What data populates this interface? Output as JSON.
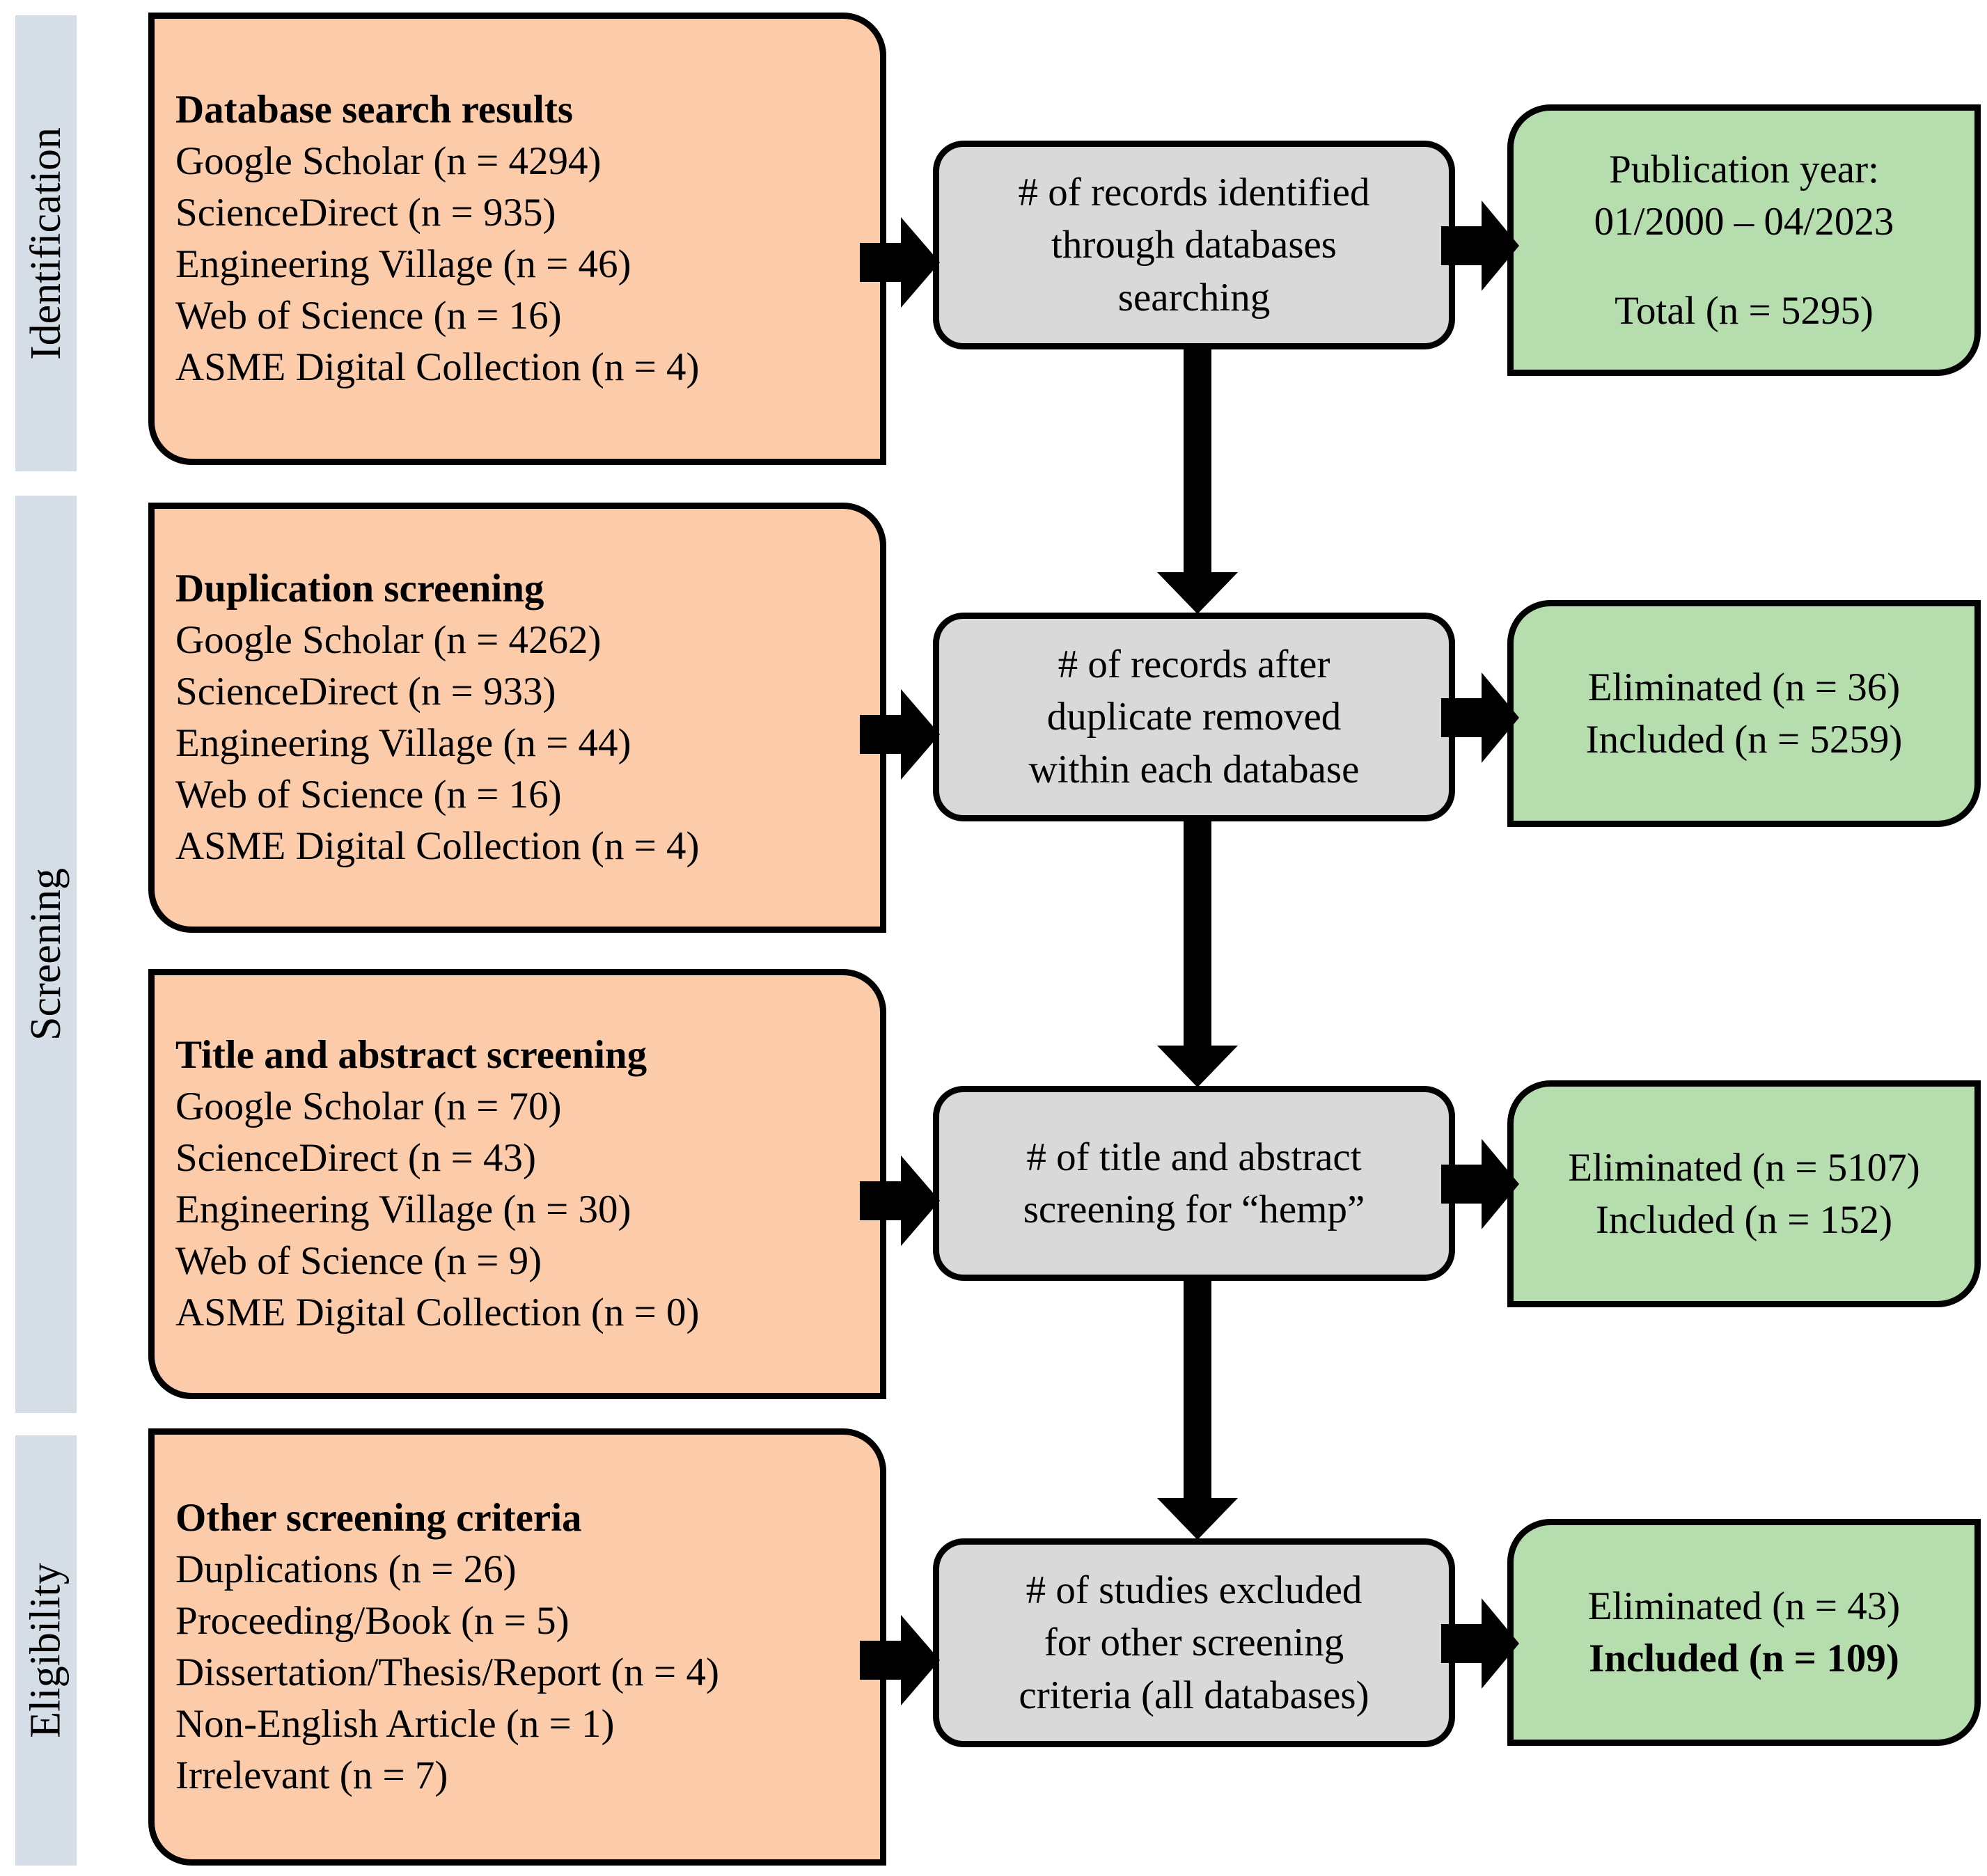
{
  "colors": {
    "stage_bar": "#d5dde7",
    "source_box": "#fbcbaa",
    "process_box": "#d9d9d9",
    "result_box": "#b6ddae",
    "outline": "#000000"
  },
  "stages": [
    {
      "id": "identification",
      "label": "Identification"
    },
    {
      "id": "screening",
      "label": "Screening"
    },
    {
      "id": "eligibility",
      "label": "Eligibility"
    }
  ],
  "source_boxes": [
    {
      "id": "database-search-results",
      "title": "Database search results",
      "lines": [
        "Google Scholar (n = 4294)",
        "ScienceDirect (n = 935)",
        "Engineering Village  (n = 46)",
        "Web of Science (n = 16)",
        "ASME Digital Collection (n = 4)"
      ]
    },
    {
      "id": "duplication-screening",
      "title": "Duplication screening",
      "lines": [
        "Google Scholar (n = 4262)",
        "ScienceDirect (n = 933)",
        "Engineering Village  (n = 44)",
        "Web of Science (n = 16)",
        "ASME Digital Collection (n = 4)"
      ]
    },
    {
      "id": "title-abstract-screening",
      "title": "Title and abstract screening",
      "lines": [
        "Google Scholar (n = 70)",
        "ScienceDirect (n = 43)",
        "Engineering Village  (n = 30)",
        "Web of Science (n = 9)",
        "ASME Digital Collection (n = 0)"
      ]
    },
    {
      "id": "other-screening-criteria",
      "title": "Other screening criteria",
      "lines": [
        "Duplications (n = 26)",
        "Proceeding/Book (n = 5)",
        "Dissertation/Thesis/Report (n = 4)",
        "Non-English Article (n = 1)",
        "Irrelevant (n = 7)"
      ]
    }
  ],
  "process_boxes": [
    {
      "id": "records-identified",
      "lines": [
        "# of records identified",
        "through databases",
        "searching"
      ]
    },
    {
      "id": "records-after-duplicates",
      "lines": [
        "# of records after",
        "duplicate removed",
        "within each database"
      ]
    },
    {
      "id": "title-abstract-count",
      "lines": [
        "# of title and abstract",
        "screening for “hemp”"
      ]
    },
    {
      "id": "studies-excluded-other",
      "lines": [
        "# of studies excluded",
        "for other screening",
        "criteria (all databases)"
      ]
    }
  ],
  "result_boxes": [
    {
      "id": "publication-year-total",
      "line1": "Publication year:",
      "line2": "01/2000 – 04/2023",
      "line3": "Total (n = 5295)",
      "line3_bold": false
    },
    {
      "id": "after-duplicates-result",
      "line1": "Eliminated (n = 36)",
      "line2": "Included (n = 5259)",
      "line1_bold": false,
      "line2_bold": false
    },
    {
      "id": "title-abstract-result",
      "line1": "Eliminated (n = 5107)",
      "line2": "Included (n = 152)",
      "line1_bold": false,
      "line2_bold": false
    },
    {
      "id": "final-included-result",
      "line1": "Eliminated (n = 43)",
      "line2": "Included (n = 109)",
      "line1_bold": false,
      "line2_bold": true
    }
  ]
}
